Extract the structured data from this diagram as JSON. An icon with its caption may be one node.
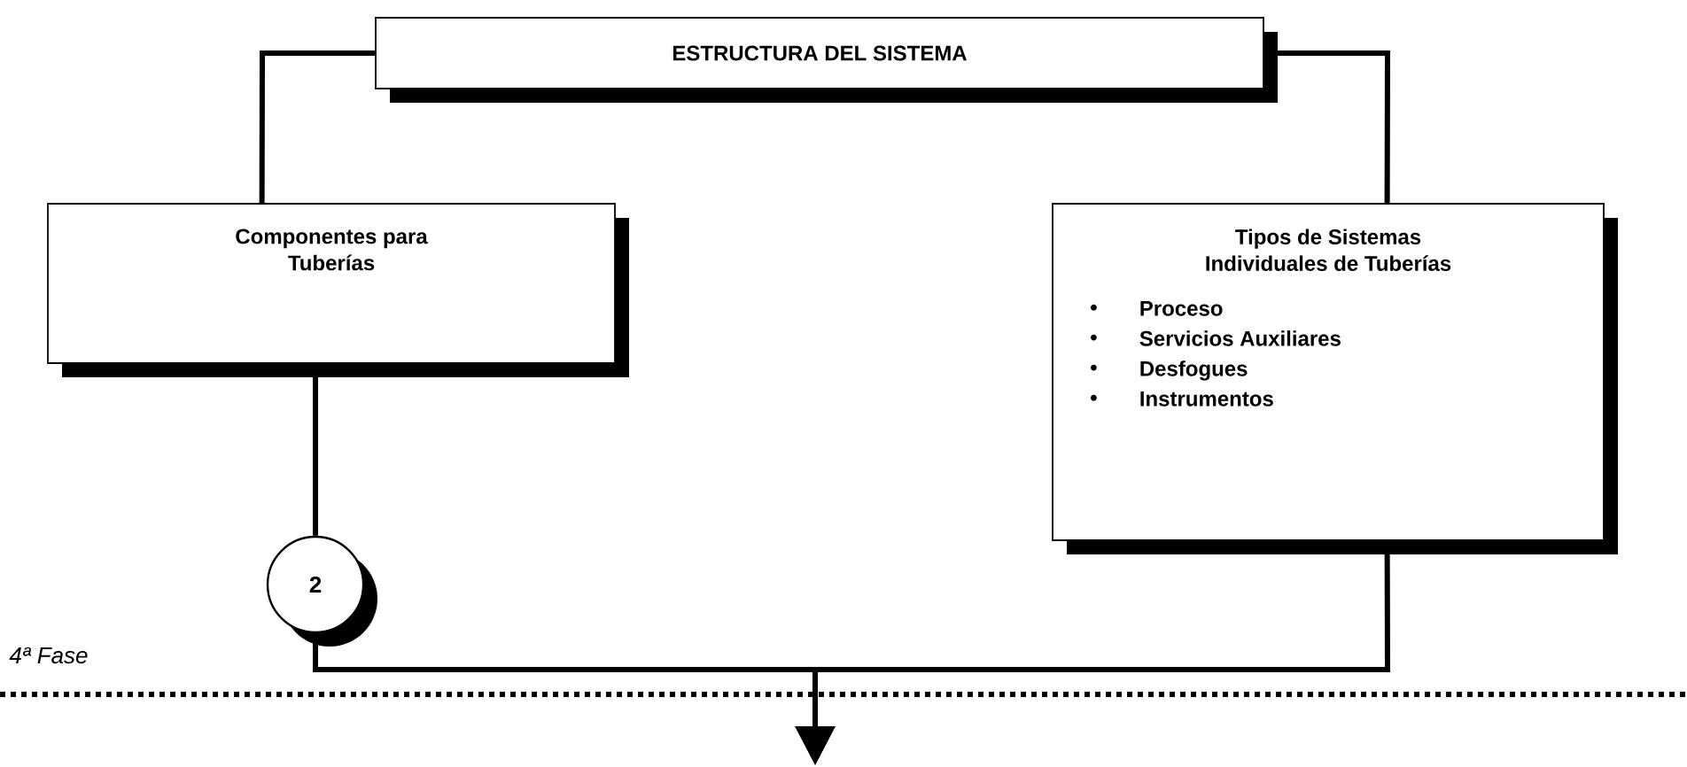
{
  "diagram": {
    "nodes": [
      {
        "text": [
          "ESTRUCTURA  DEL  SISTEMA"
        ]
      },
      {
        "text": [
          "Componentes para Tuberías"
        ]
      },
      {
        "text": [
          "Tipos de Sistemas Individuales de Tuberías",
          "Proceso",
          "Servicios Auxiliares",
          "Desfogues",
          "Instrumentos"
        ]
      },
      {
        "text": [
          "2"
        ]
      }
    ],
    "edges": [
      {
        "from": 0,
        "to": 1,
        "arrow": "none"
      },
      {
        "from": 0,
        "to": 2,
        "arrow": "none"
      },
      {
        "from": 1,
        "to": 3,
        "arrow": "none"
      },
      {
        "from": 3,
        "to": null,
        "arrow": "to"
      },
      {
        "from": 2,
        "to": null,
        "arrow": "to"
      }
    ],
    "labels": [
      "4ª  Fase"
    ]
  }
}
